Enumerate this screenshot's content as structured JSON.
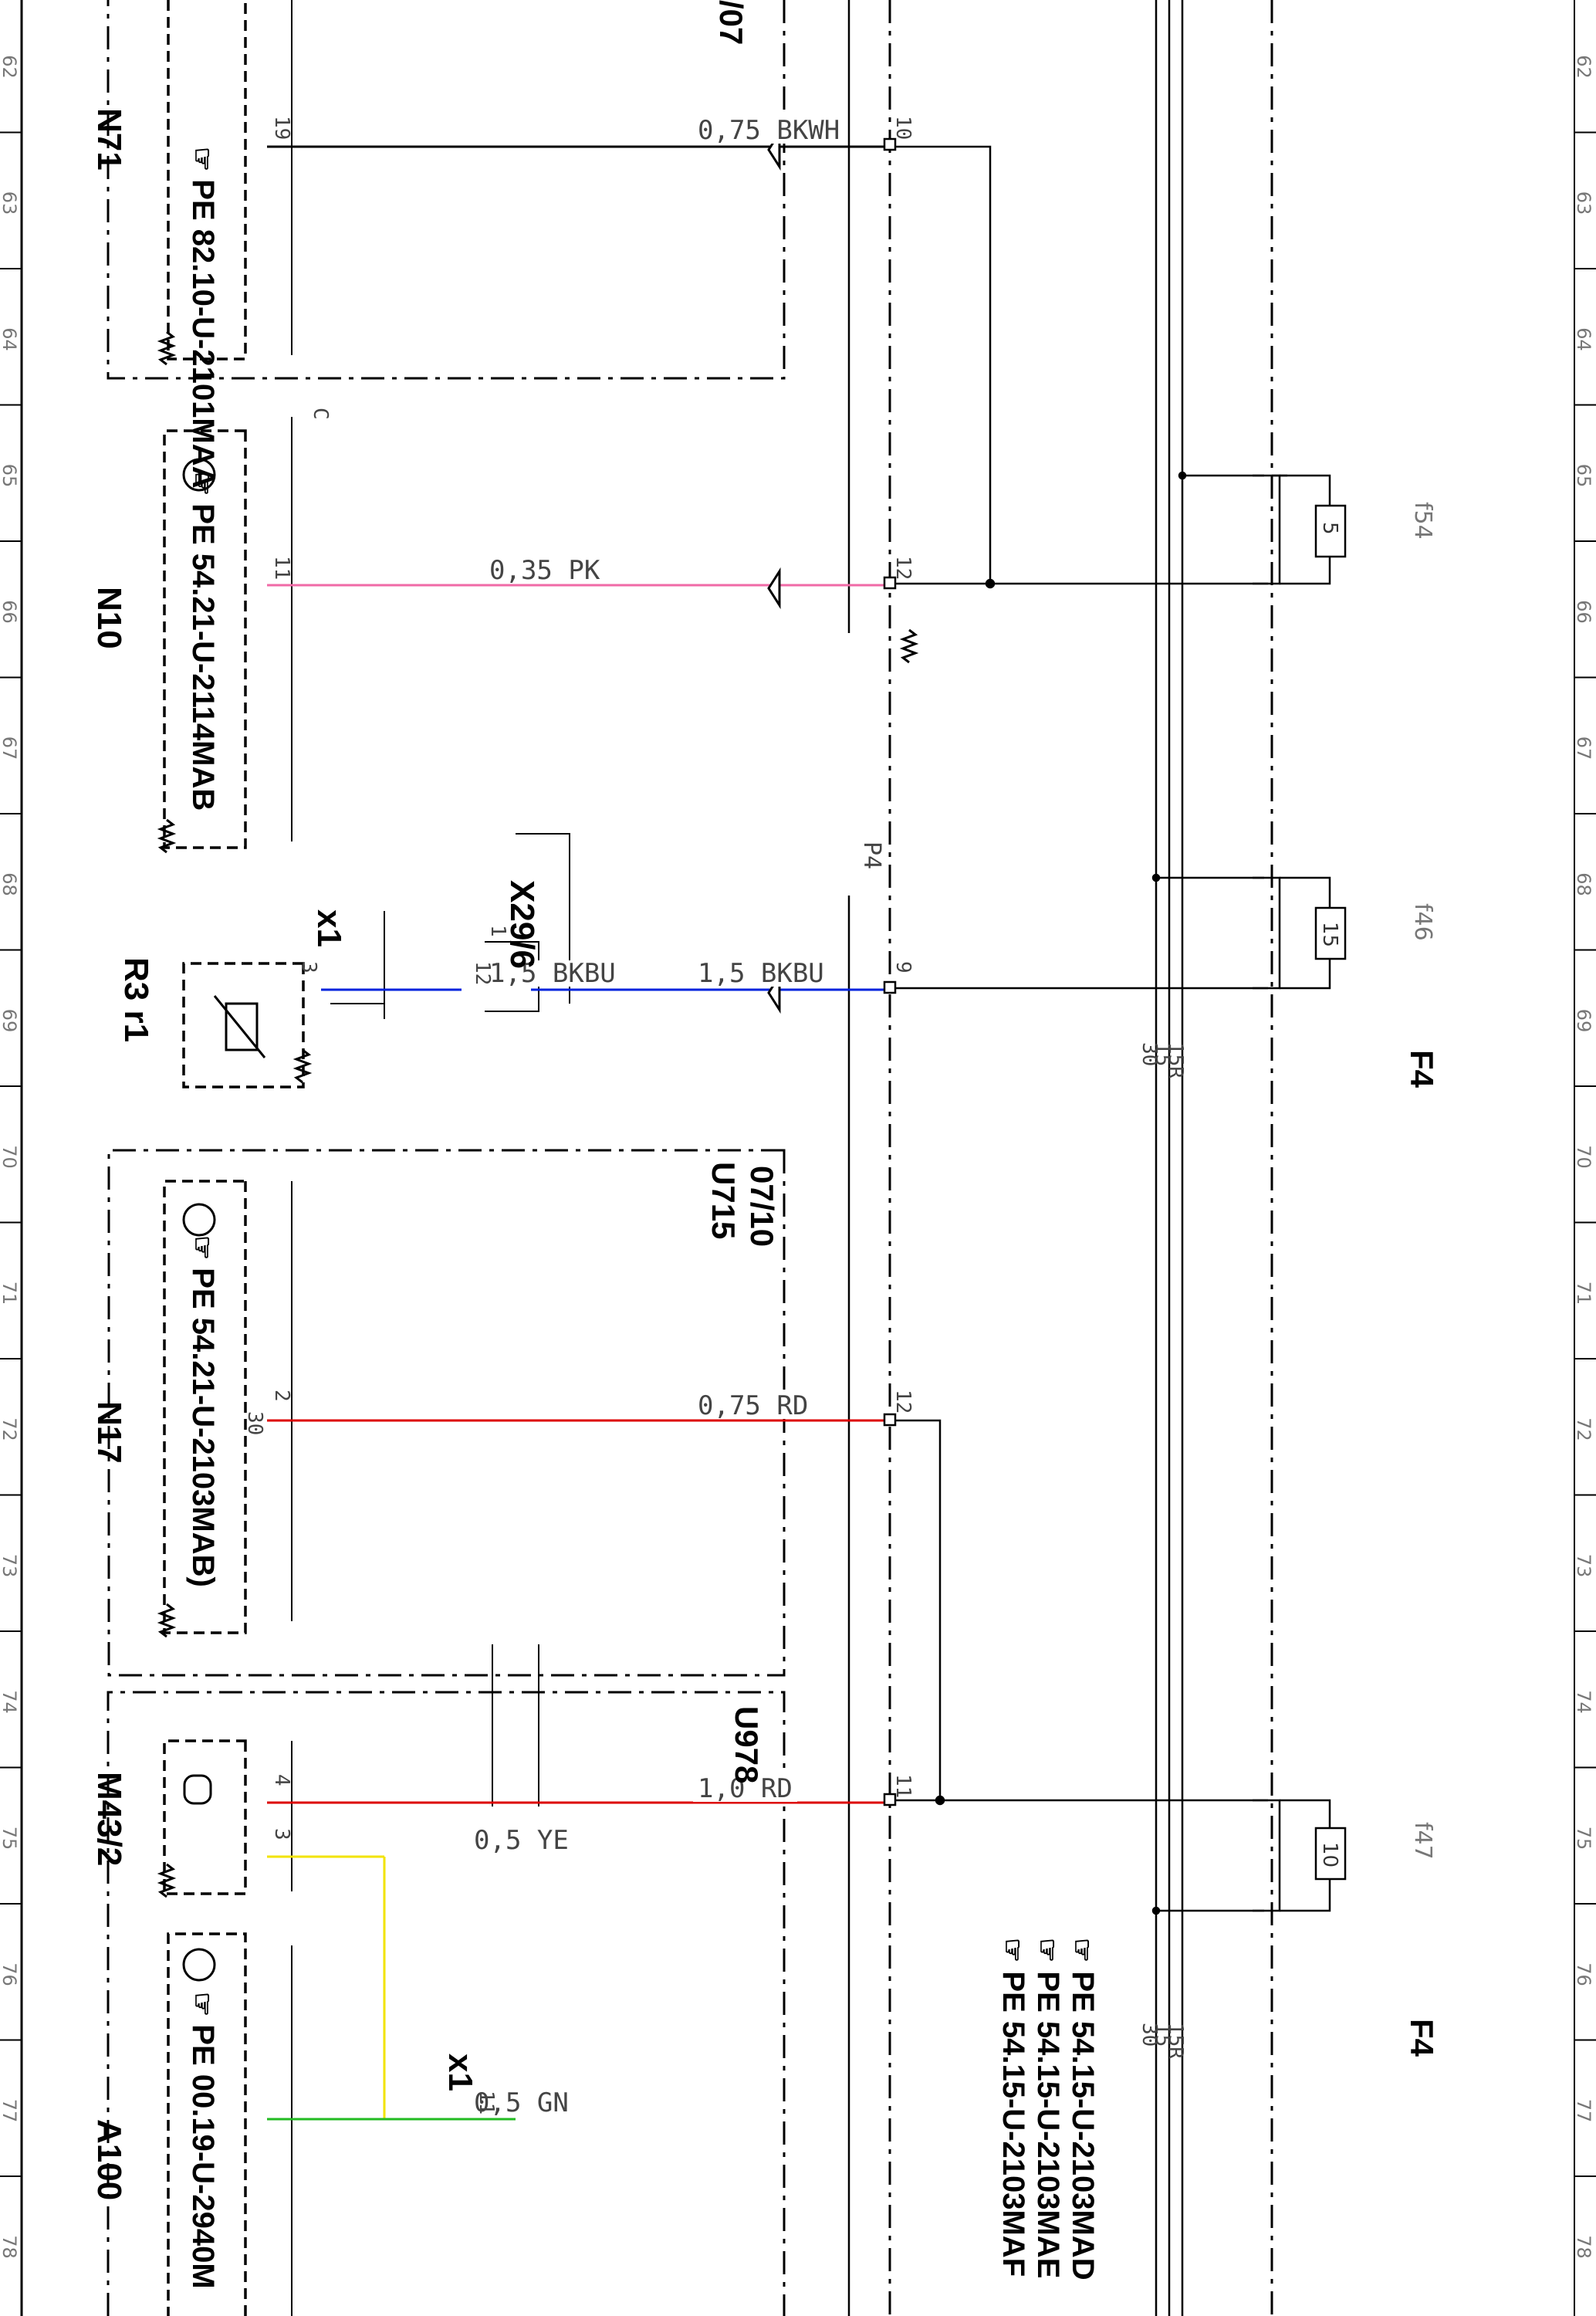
{
  "diagram": {
    "grid_numbers": [
      "62",
      "63",
      "64",
      "65",
      "66",
      "67",
      "68",
      "69",
      "70",
      "71",
      "72",
      "73",
      "74",
      "75",
      "76",
      "77",
      "78"
    ],
    "bus_labels": [
      "30",
      "15",
      "15R"
    ],
    "fuse_block_label": "F4",
    "fuses": [
      {
        "id": "f54",
        "rating": "5"
      },
      {
        "id": "f46",
        "rating": "15"
      },
      {
        "id": "f47",
        "rating": "10"
      }
    ],
    "connectors": {
      "p4": "P4",
      "x29_6": "X29/6",
      "x1_r3": "x1",
      "x1_a100": "x1"
    },
    "groups": {
      "top_partial": "/07",
      "u715": "U715",
      "u715_range": "07/10",
      "u978": "U978"
    },
    "components": [
      {
        "id": "N71",
        "pe": "PE 82.10-U-2101MAA"
      },
      {
        "id": "N10",
        "pe": "PE 54.21-U-2114MAB"
      },
      {
        "id": "R3 r1",
        "pe": ""
      },
      {
        "id": "N17",
        "pe": "PE 54.21-U-2103MAB)"
      },
      {
        "id": "M43/2",
        "pe": ""
      },
      {
        "id": "A100",
        "pe": "PE 00.19-U-2940M"
      }
    ],
    "wires": [
      {
        "label": "0,75 BKWH",
        "color": "#000000"
      },
      {
        "label": "0,35 PK",
        "color": "#f06aa6"
      },
      {
        "label": "1,5 BKBU",
        "color": "#0022dd"
      },
      {
        "label": "1,5 BKBU",
        "color": "#0022dd"
      },
      {
        "label": "0,75 RD",
        "color": "#dd0000"
      },
      {
        "label": "1,0 RD",
        "color": "#dd0000"
      },
      {
        "label": "0,5 YE",
        "color": "#f2e300"
      },
      {
        "label": "0,5 GN",
        "color": "#22bb22"
      }
    ],
    "pins": {
      "n71_19": "19",
      "p4_10": "10",
      "n10_c": "C",
      "n10_11": "11",
      "p4_12a": "12",
      "r3_3": "3",
      "x29_12": "12",
      "x29_1": "1",
      "p4_9": "9",
      "n17_2": "2",
      "n17_30": "30",
      "p4_12b": "12",
      "m43_4": "4",
      "m43_3": "3",
      "p4_11": "11",
      "x1_11": "11"
    },
    "references": [
      "PE 54.15-U-2103MAD",
      "PE 54.15-U-2103MAE",
      "PE 54.15-U-2103MAF"
    ],
    "colors": {
      "black": "#000000",
      "pink": "#f06aa6",
      "blue": "#0022dd",
      "red": "#dd0000",
      "yellow": "#f2e300",
      "green": "#22bb22"
    }
  }
}
